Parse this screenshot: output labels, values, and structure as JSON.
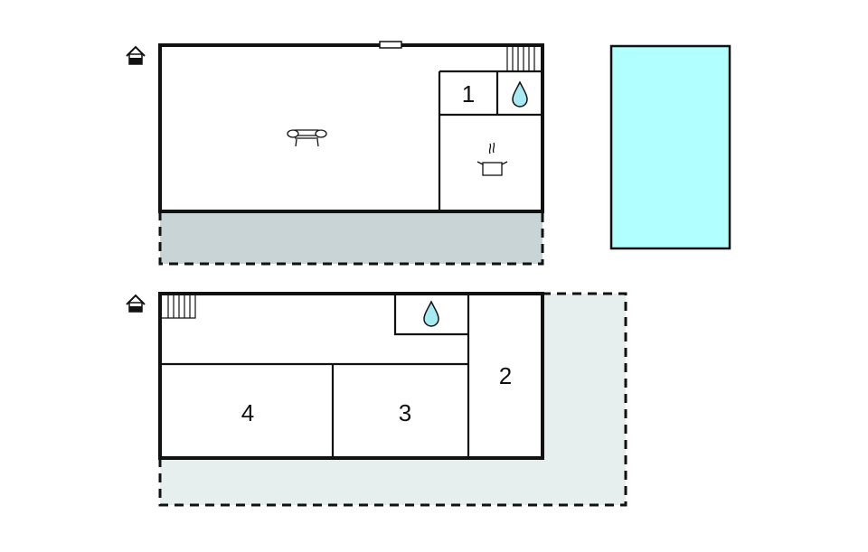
{
  "floorplan": {
    "colors": {
      "wall": "#111111",
      "terrace_upper": "#c8d4d5",
      "terrace_lower": "#e6eeee",
      "pool": "#b1ffff",
      "water_drop": "#a7eaf2",
      "background": "#ffffff"
    },
    "upper_floor": {
      "entrance_icon": "entrance-icon",
      "living_icon": "sofa-icon",
      "kitchen_icon": "cooking-pot-icon",
      "bathroom_icon": "water-drop-icon",
      "stairs_icon": "stairs-icon",
      "window_icon": "window-icon",
      "rooms": [
        {
          "label": "1"
        }
      ]
    },
    "lower_floor": {
      "entrance_icon": "entrance-icon",
      "bathroom_icon": "water-drop-icon",
      "stairs_icon": "stairs-icon",
      "rooms": [
        {
          "label": "2"
        },
        {
          "label": "3"
        },
        {
          "label": "4"
        }
      ]
    },
    "pool": {
      "icon": "pool-icon"
    }
  }
}
